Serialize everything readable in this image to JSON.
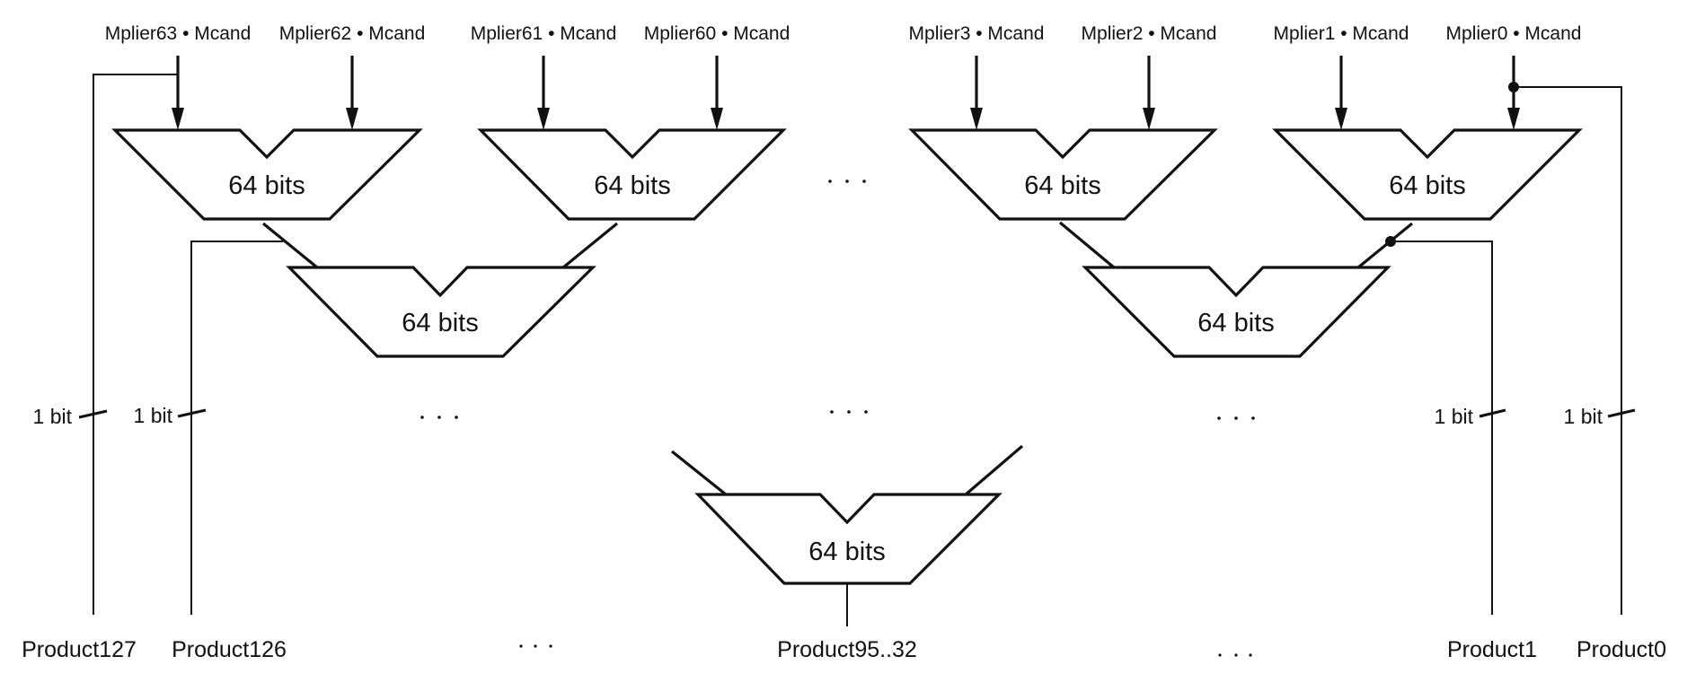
{
  "diagram": {
    "kind": "Multiplier adder tree",
    "inputs": [
      {
        "label": "Mplier63 • Mcand"
      },
      {
        "label": "Mplier62 • Mcand"
      },
      {
        "label": "Mplier61 • Mcand"
      },
      {
        "label": "Mplier60 • Mcand"
      },
      {
        "label": "Mplier3 • Mcand"
      },
      {
        "label": "Mplier2 • Mcand"
      },
      {
        "label": "Mplier1 • Mcand"
      },
      {
        "label": "Mplier0 • Mcand"
      }
    ],
    "adders": [
      {
        "id": "adder-l1-a",
        "label": "64 bits",
        "level": 1
      },
      {
        "id": "adder-l1-b",
        "label": "64 bits",
        "level": 1
      },
      {
        "id": "adder-l1-c",
        "label": "64 bits",
        "level": 1
      },
      {
        "id": "adder-l1-d",
        "label": "64 bits",
        "level": 1
      },
      {
        "id": "adder-l2-a",
        "label": "64 bits",
        "level": 2
      },
      {
        "id": "adder-l2-b",
        "label": "64 bits",
        "level": 2
      },
      {
        "id": "adder-final",
        "label": "64 bits",
        "level": "final"
      }
    ],
    "bit_taps": [
      {
        "label": "1 bit"
      },
      {
        "label": "1 bit"
      },
      {
        "label": "1 bit"
      },
      {
        "label": "1 bit"
      }
    ],
    "outputs": [
      {
        "label": "Product127"
      },
      {
        "label": "Product126"
      },
      {
        "label": "Product95..32"
      },
      {
        "label": "Product1"
      },
      {
        "label": "Product0"
      }
    ],
    "ellipsis": "· · ·",
    "colors": {
      "line": "#111111",
      "background": "#ffffff"
    }
  }
}
